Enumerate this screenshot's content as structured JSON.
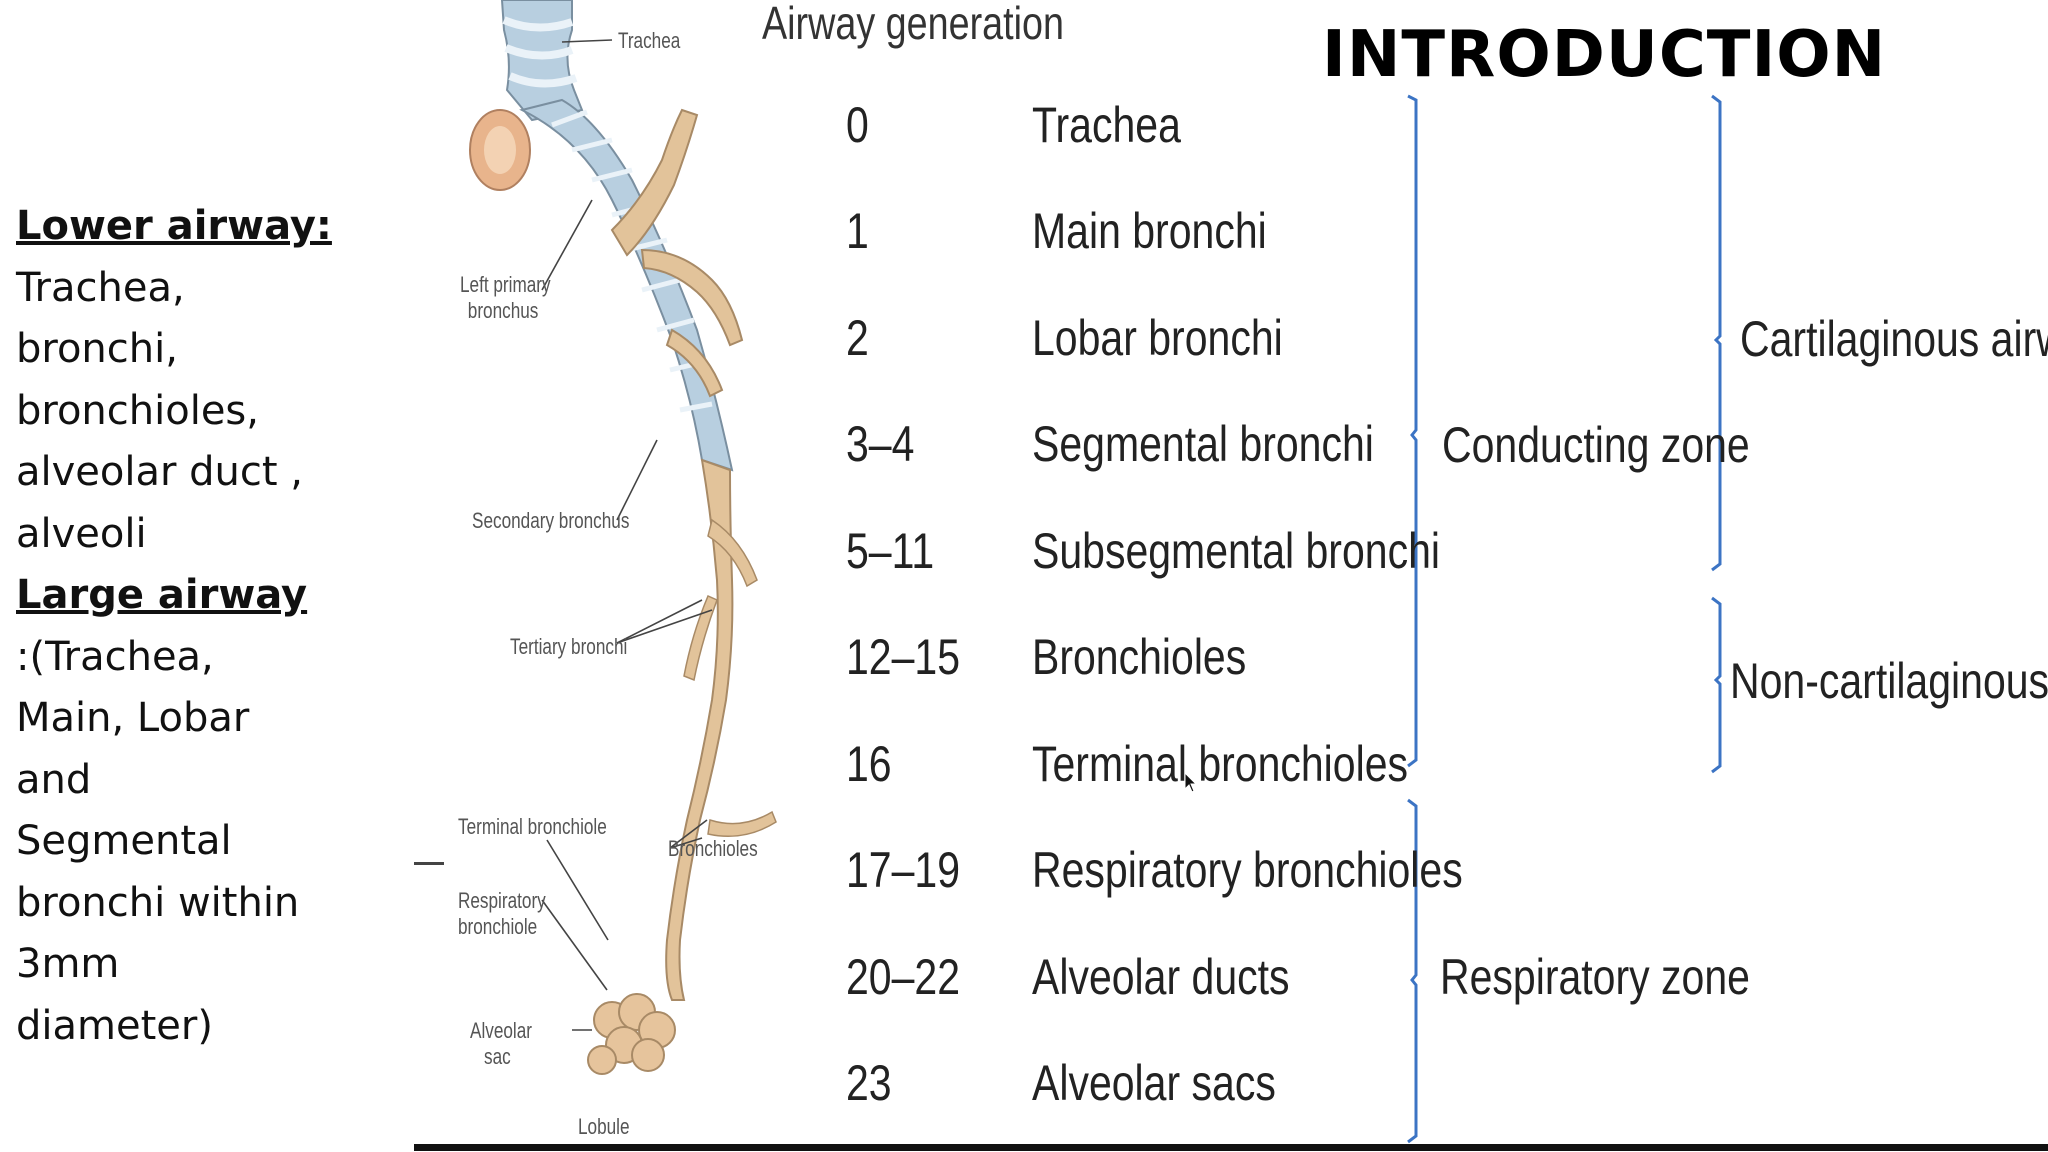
{
  "slide": {
    "title": "INTRODUCTION",
    "left_text": {
      "lower_airway_heading": "Lower airway:",
      "lower_airway_lines": [
        "Trachea,",
        "bronchi,",
        "bronchioles,",
        "alveolar duct ,",
        "alveoli"
      ],
      "large_airway_heading": "Large airway",
      "large_airway_lines": [
        ":(Trachea,",
        "Main, Lobar",
        "and",
        "Segmental",
        "bronchi within",
        "3mm",
        "diameter)"
      ]
    }
  },
  "figure": {
    "column_header": "Airway generation",
    "rows": [
      {
        "generation": "0",
        "name": "Trachea"
      },
      {
        "generation": "1",
        "name": "Main bronchi"
      },
      {
        "generation": "2",
        "name": "Lobar bronchi"
      },
      {
        "generation": "3–4",
        "name": "Segmental bronchi"
      },
      {
        "generation": "5–11",
        "name": "Subsegmental bronchi"
      },
      {
        "generation": "12–15",
        "name": "Bronchioles"
      },
      {
        "generation": "16",
        "name": "Terminal bronchioles"
      },
      {
        "generation": "17–19",
        "name": "Respiratory bronchioles"
      },
      {
        "generation": "20–22",
        "name": "Alveolar ducts"
      },
      {
        "generation": "23",
        "name": "Alveolar sacs"
      }
    ],
    "zones": {
      "conducting": "Conducting zone",
      "respiratory": "Respiratory zone",
      "cartilaginous": "Cartilaginous airways",
      "non_cartilaginous": "Non-cartilaginous airw"
    },
    "anatomy_labels": {
      "trachea": "Trachea",
      "left_primary_bronchus": [
        "Left primary",
        "bronchus"
      ],
      "secondary_bronchus": "Secondary bronchus",
      "tertiary_bronchi": "Tertiary bronchi",
      "terminal_bronchiole": "Terminal bronchiole",
      "bronchioles": "Bronchioles",
      "respiratory_bronchiole": [
        "Respiratory",
        "bronchiole"
      ],
      "alveolar_sac": [
        "Alveolar",
        "sac"
      ],
      "lobule": "Lobule"
    },
    "colors": {
      "bracket": "#3c74c4",
      "airway_fill": "#b8cfe0",
      "airway_tan": "#e2c39a"
    }
  }
}
